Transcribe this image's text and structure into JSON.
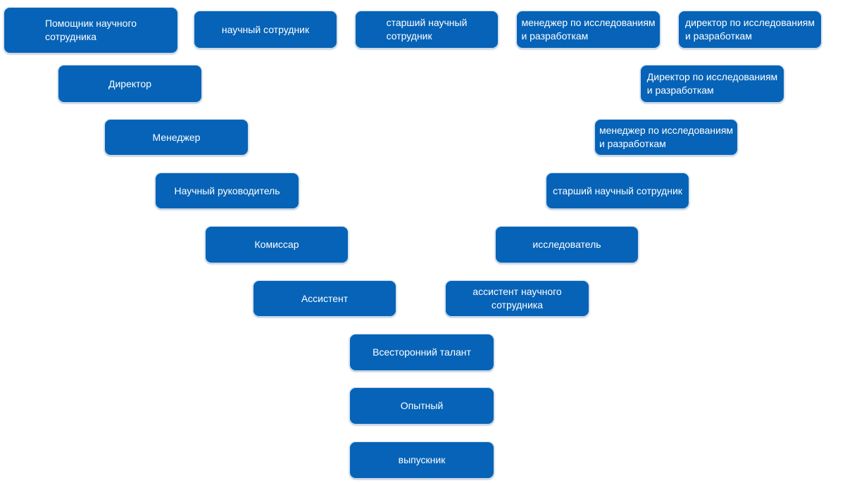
{
  "diagram": {
    "top_row": [
      "Помощник научного\nсотрудника",
      "научный сотрудник",
      "старший научный\nсотрудник",
      "менеджер по исследованиям\nи разработкам",
      "директор по исследованиям\nи разработкам"
    ],
    "left_branch": [
      "Директор",
      "Менеджер",
      "Научный руководитель",
      "Комиссар",
      "Ассистент"
    ],
    "right_branch": [
      "Директор по исследованиям\nи разработкам",
      "менеджер по исследованиям\nи разработкам",
      "старший научный сотрудник",
      "исследователь",
      "ассистент научного сотрудника"
    ],
    "trunk": [
      "Всесторонний талант",
      "Опытный",
      "выпускник"
    ]
  },
  "colors": {
    "node_fill": "#0663b7",
    "node_text": "#ffffff",
    "background": "#ffffff"
  }
}
